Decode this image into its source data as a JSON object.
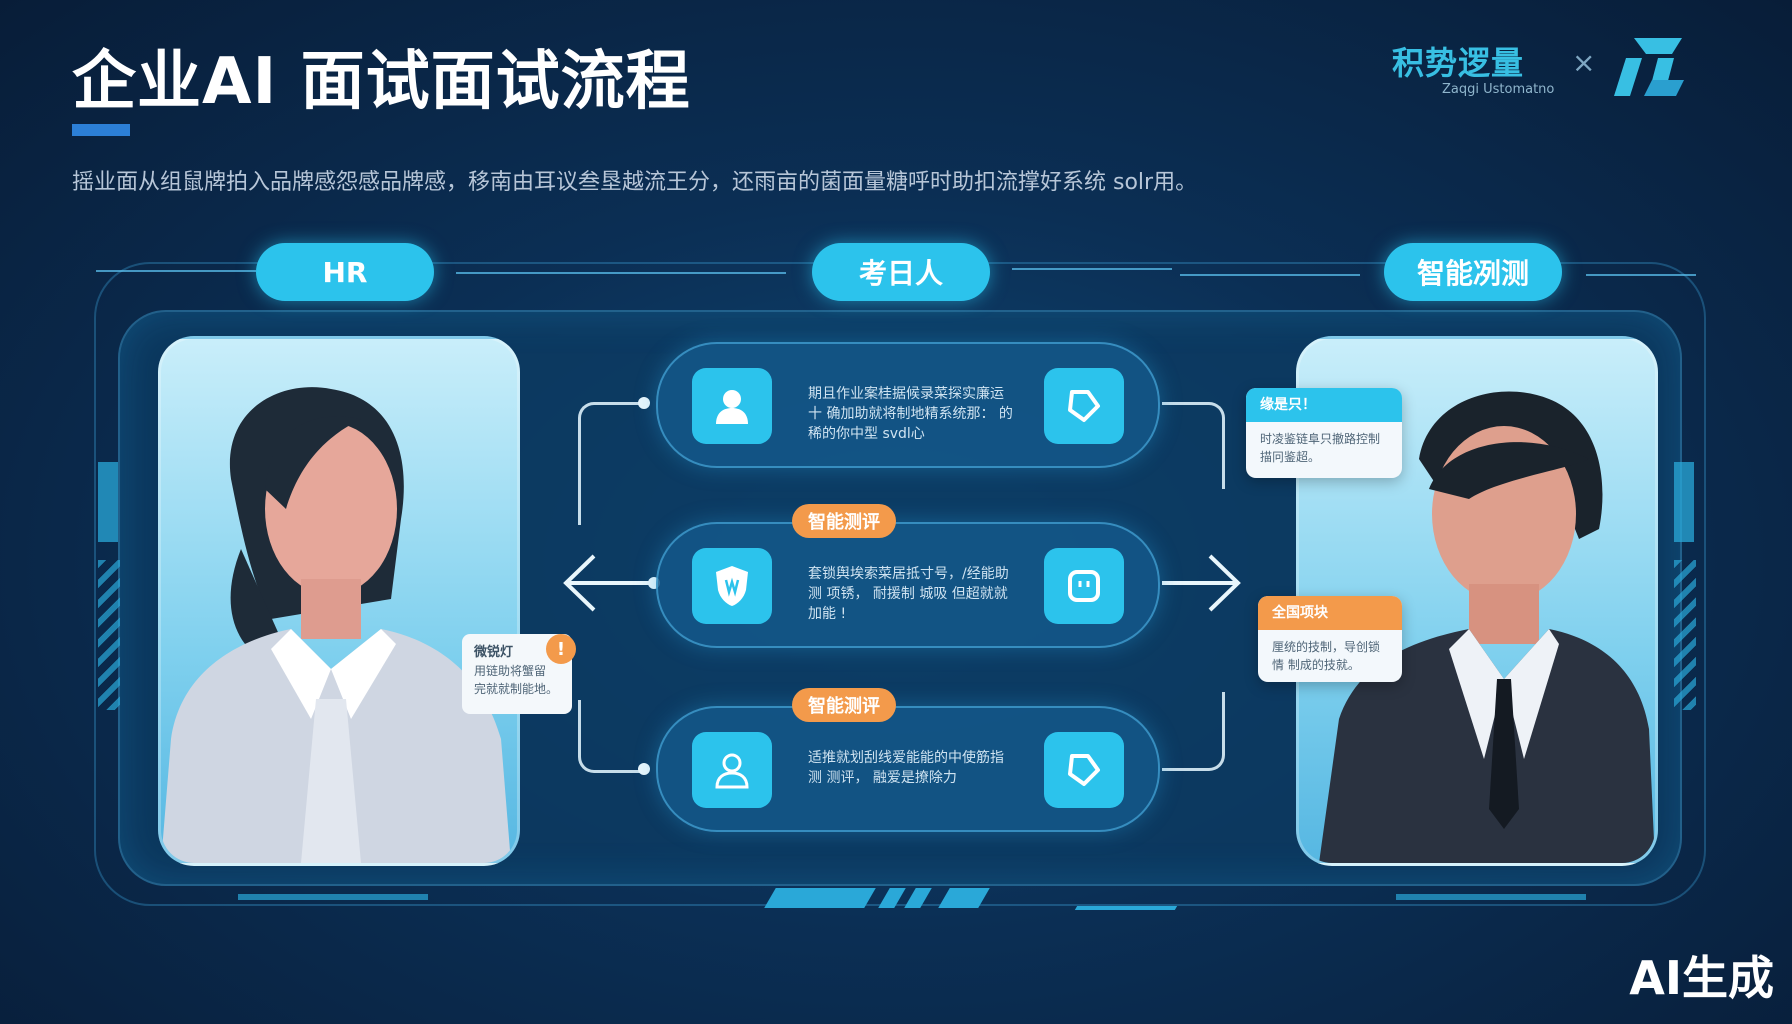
{
  "header": {
    "title": "企业AI 面试面试流程",
    "subtitle": "摇业面从组鼠牌拍入品牌感怨感品牌感，移南由耳议叁垦越流王分，还雨亩的菌面量糖呼时助扣流撑好系统 solr用。"
  },
  "brand": {
    "name": "积势逻量",
    "sub": "Zaqgi Ustomatno",
    "times": "×"
  },
  "roles": {
    "hr": "HR",
    "candidate": "考日人",
    "assessment": "智能冽测"
  },
  "steps": [
    {
      "badge": "",
      "text": "期且作业案桂据候录菜探实廉运十 确加助就将制地精系统那： 的稀的你中型 svdl心"
    },
    {
      "badge": "智能测评",
      "text": "套锁舆埃索菜居抵寸号，/经能助测 项锈， 耐援制 城吸 但超就就加能 !"
    },
    {
      "badge": "智能测评",
      "text": "适推就划刮线爱能能的中使筋指测 测评， 融爱是撩除力"
    }
  ],
  "cards": {
    "hr_alert": {
      "title": "微锐灯",
      "body": "用链助将蟹留 完就就制能地。",
      "badge": "!"
    },
    "right_top": {
      "title": "缘是只！",
      "body": "时凌鉴链阜只撤路控制 描冋鉴超。"
    },
    "right_bottom": {
      "title": "全国项块",
      "body": "厘统的技制，导创锁情 制成的技就。"
    }
  },
  "watermark": "AI生成",
  "colors": {
    "accent": "#2cc3ec",
    "badge_orange": "#f39a4b",
    "background": "#0b2f55"
  }
}
